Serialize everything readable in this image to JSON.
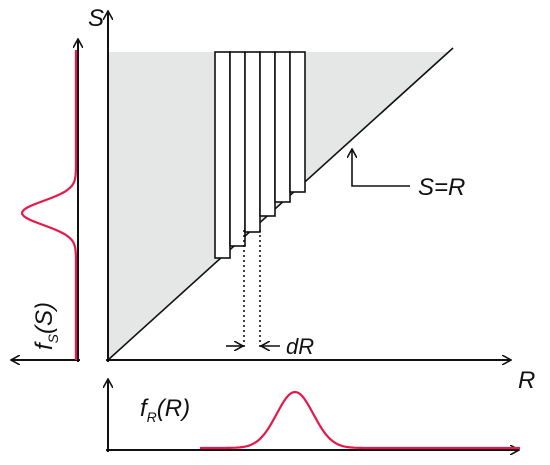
{
  "labels": {
    "s_axis": "S",
    "r_axis": "R",
    "line_label": "S=R",
    "dr_label": "dR",
    "fs_f": "f",
    "fs_sub": "S",
    "fs_arg": "(S)",
    "fr_f": "f",
    "fr_sub": "R",
    "fr_arg": "(R)"
  },
  "colors": {
    "curve": "#e8174a",
    "shade": "#e4e7e6",
    "ink": "#111111"
  }
}
